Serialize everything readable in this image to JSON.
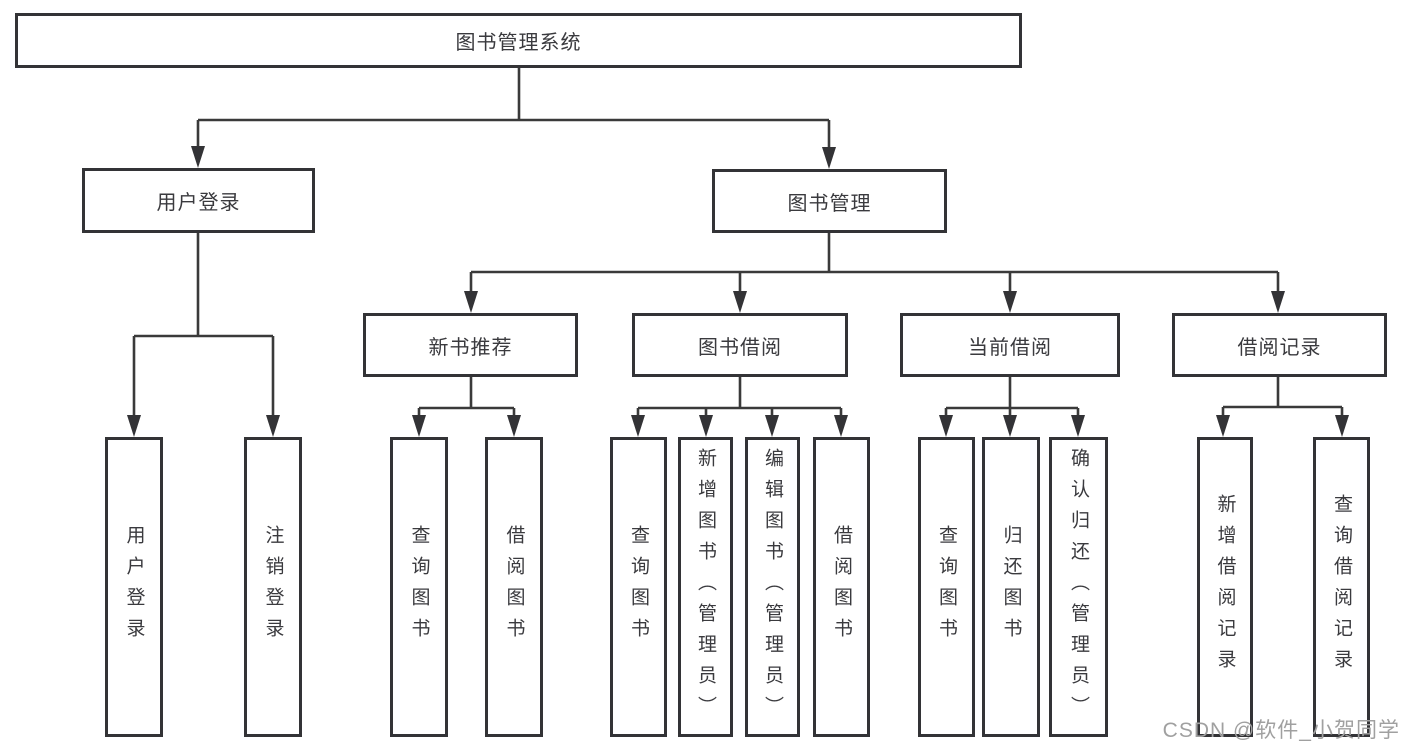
{
  "diagram_title": "图书管理系统",
  "level2": {
    "user_login": "用户登录",
    "book_management": "图书管理"
  },
  "level3": {
    "new_book_recommend": "新书推荐",
    "book_borrow": "图书借阅",
    "current_borrow": "当前借阅",
    "borrow_record": "借阅记录"
  },
  "leaves": {
    "login": [
      "用户登录",
      "注销登录"
    ],
    "recommend": [
      "查询图书",
      "借阅图书"
    ],
    "borrow": [
      "查询图书",
      "新增图书（管理员）",
      "编辑图书（管理员）",
      "借阅图书"
    ],
    "current": [
      "查询图书",
      "归还图书",
      "确认归还（管理员）"
    ],
    "record": [
      "新增借阅记录",
      "查询借阅记录"
    ]
  },
  "watermark": "CSDN @软件_小贺同学",
  "colors": {
    "line": "#3a3a3a",
    "box_border": "#333336",
    "text": "#3a3a3e",
    "watermark": "#a0a0a0",
    "background": "#ffffff"
  }
}
